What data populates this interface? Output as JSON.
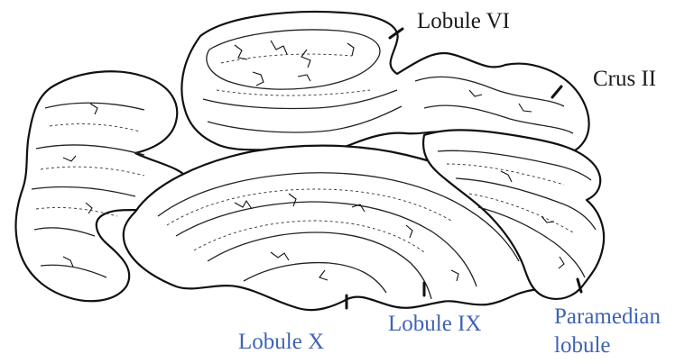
{
  "labels": {
    "lobule_vi": "Lobule VI",
    "crus_ii": "Crus II",
    "lobule_x": "Lobule X",
    "lobule_ix": "Lobule IX",
    "paramedian_line1": "Paramedian",
    "paramedian_line2": "lobule"
  },
  "colors": {
    "label_black": "#1a1a1a",
    "label_blue": "#3f63b4",
    "outline": "#111111",
    "background": "#ffffff"
  }
}
